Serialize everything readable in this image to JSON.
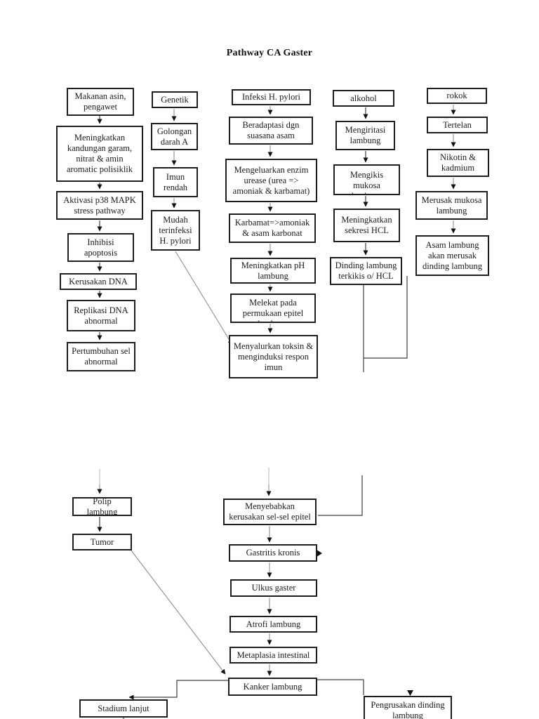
{
  "page": {
    "title": "Pathway CA Gaster"
  },
  "colors": {
    "background": "#ffffff",
    "box_border": "#1f1f1f",
    "text": "#1a1a1a",
    "line_dark": "#3e3e3e",
    "line_light": "#8f8f8f"
  },
  "flowchart": {
    "column_makanan": [
      "Makanan asin, pengawet",
      "Meningkatkan kandungan garam, nitrat & amin aromatic polisiklik",
      "Aktivasi p38 MAPK stress pathway",
      "Inhibisi apoptosis",
      "Kerusakan DNA",
      "Replikasi DNA abnormal",
      "Pertumbuhan sel abnormal"
    ],
    "column_genetik": [
      "Genetik",
      "Golongan darah A",
      "Imun rendah",
      "Mudah terinfeksi H. pylori"
    ],
    "column_hpylori": [
      "Infeksi H. pylori",
      "Beradaptasi dgn suasana asam",
      "Mengeluarkan enzim urease (urea => amoniak & karbamat)",
      "Karbamat=>amoniak & asam karbonat",
      "Meningkatkan pH lambung",
      "Melekat pada permukaan epitel lambung",
      "Menyalurkan toksin & menginduksi respon imun"
    ],
    "column_alkohol": [
      "alkohol",
      "Mengiritasi lambung",
      "Mengikis mukosa lambung",
      "Meningkatkan sekresi HCL",
      "Dinding lambung terkikis o/ HCL"
    ],
    "column_rokok": [
      "rokok",
      "Tertelan",
      "Nikotin & kadmium",
      "Merusak mukosa lambung",
      "Asam lambung akan merusak dinding lambung"
    ],
    "lower_left": [
      "Polip lambung",
      "Tumor"
    ],
    "lower_center": [
      "Menyebabkan kerusakan sel-sel epitel",
      "Gastritis kronis",
      "Ulkus gaster",
      "Atrofi lambung",
      "Metaplasia intestinal",
      "Kanker lambung"
    ],
    "lower_bottom": [
      "Stadium lanjut",
      "Pengrusakan dinding lambung"
    ]
  }
}
